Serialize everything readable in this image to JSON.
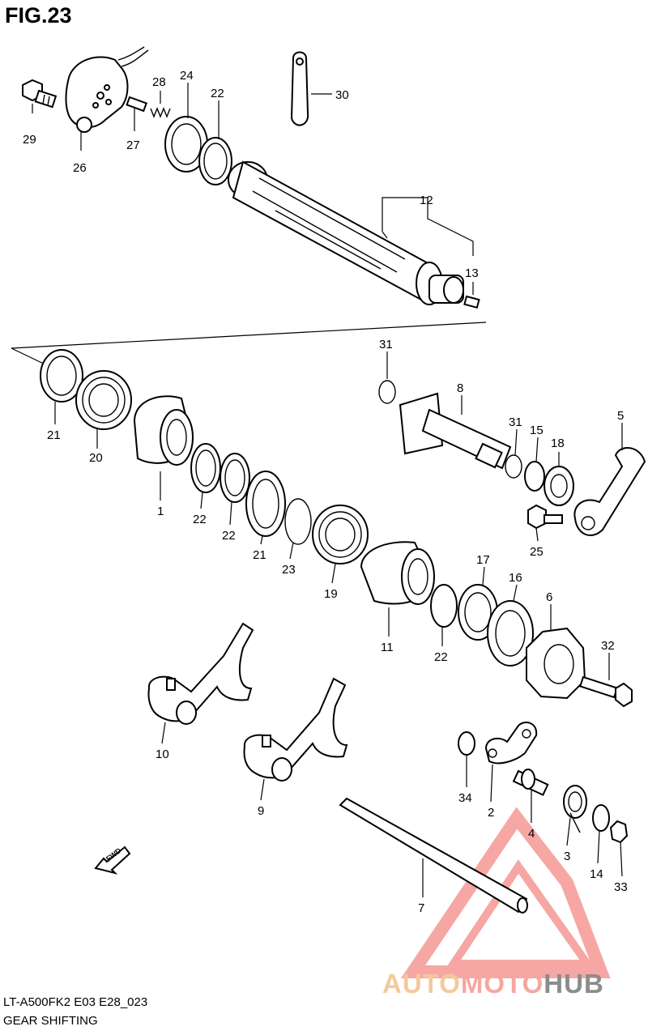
{
  "figure": {
    "title": "FIG.23",
    "model_code": "LT-A500FK2 E03 E28_023",
    "section_name": "GEAR SHIFTING"
  },
  "fwd_label": "FWD",
  "watermark": {
    "part1": "AUTO",
    "part2": "MOTO",
    "part3": "HUB",
    "colors": {
      "auto": "#f5c99a",
      "moto": "#f4a7a0",
      "hub": "#8c8c8c",
      "triangle": "#f0605a"
    }
  },
  "callouts": [
    "29",
    "28",
    "24",
    "22",
    "30",
    "27",
    "26",
    "12",
    "13",
    "31",
    "8",
    "21",
    "20",
    "1",
    "22",
    "22",
    "21",
    "23",
    "19",
    "11",
    "31",
    "15",
    "18",
    "5",
    "25",
    "17",
    "16",
    "6",
    "22",
    "32",
    "10",
    "9",
    "34",
    "2",
    "4",
    "3",
    "14",
    "33",
    "7"
  ]
}
